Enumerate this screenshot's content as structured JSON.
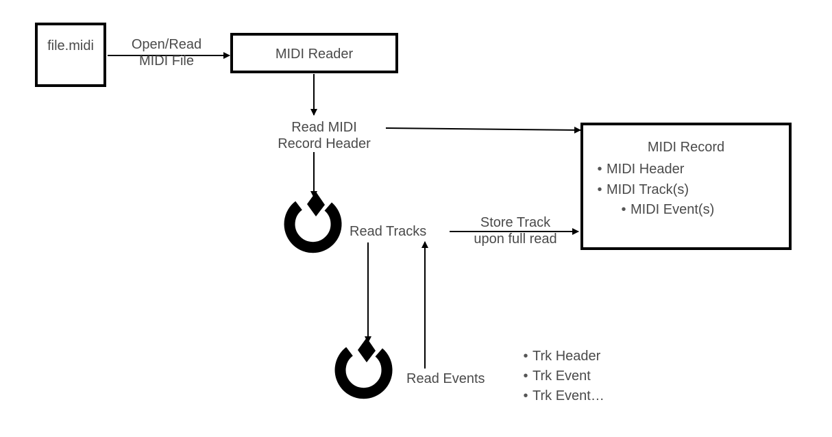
{
  "nodes": {
    "file": "file.midi",
    "reader": "MIDI Reader",
    "record": {
      "title": "MIDI Record",
      "items": [
        "MIDI Header",
        "MIDI Track(s)",
        "MIDI Event(s)"
      ]
    }
  },
  "labels": {
    "open_read": [
      "Open/Read",
      "MIDI File"
    ],
    "read_header": [
      "Read MIDI",
      "Record Header"
    ],
    "read_tracks": "Read Tracks",
    "store_track": [
      "Store Track",
      "upon full read"
    ],
    "read_events": "Read Events"
  },
  "trk_list": [
    "Trk Header",
    "Trk Event",
    "Trk Event…"
  ],
  "bullet": "•",
  "icons": [
    "loop-arrow-icon",
    "loop-arrow-icon"
  ],
  "colors": {
    "stroke": "#000000",
    "text": "#4a4a4a"
  }
}
